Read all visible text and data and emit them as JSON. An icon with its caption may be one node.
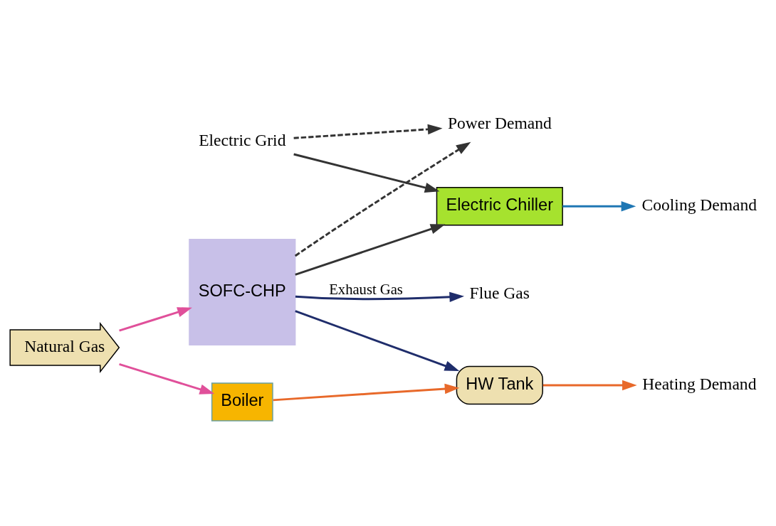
{
  "diagram": {
    "nodes": [
      {
        "text": [
          "Electric Grid"
        ]
      },
      {
        "text": [
          "Power Demand"
        ]
      },
      {
        "text": [
          "Electric Chiller"
        ]
      },
      {
        "text": [
          "Cooling Demand"
        ]
      },
      {
        "text": [
          "SOFC-CHP"
        ]
      },
      {
        "text": [
          "HW Tank"
        ]
      },
      {
        "text": [
          "Boiler"
        ]
      },
      {
        "text": [
          "Heating Demand"
        ]
      },
      {
        "text": [
          "Natural Gas"
        ]
      },
      {
        "text": [
          "Flue Gas"
        ]
      }
    ],
    "edges": [
      {
        "from": 0,
        "to": 1,
        "arrow": "to",
        "style": "dashed",
        "color": "#333333"
      },
      {
        "from": 4,
        "to": 1,
        "arrow": "to",
        "style": "dashed",
        "color": "#333333"
      },
      {
        "from": 0,
        "to": 2,
        "arrow": "to",
        "color": "#333333"
      },
      {
        "from": 4,
        "to": 2,
        "arrow": "to",
        "color": "#333333"
      },
      {
        "from": 2,
        "to": 3,
        "arrow": "to",
        "color": "#1f77b4"
      },
      {
        "from": 6,
        "to": 5,
        "arrow": "to",
        "color": "#e8692a"
      },
      {
        "from": 5,
        "to": 7,
        "arrow": "to",
        "color": "#e8692a"
      },
      {
        "from": 8,
        "to": 4,
        "arrow": "to",
        "color": "#e0509a"
      },
      {
        "from": 8,
        "to": 6,
        "arrow": "to",
        "color": "#e0509a"
      },
      {
        "from": 4,
        "to": 9,
        "arrow": "to",
        "label": "Exhaust Gas",
        "color": "#1f2d6b"
      },
      {
        "from": 4,
        "to": 5,
        "arrow": "to",
        "color": "#1f2d6b"
      }
    ]
  }
}
